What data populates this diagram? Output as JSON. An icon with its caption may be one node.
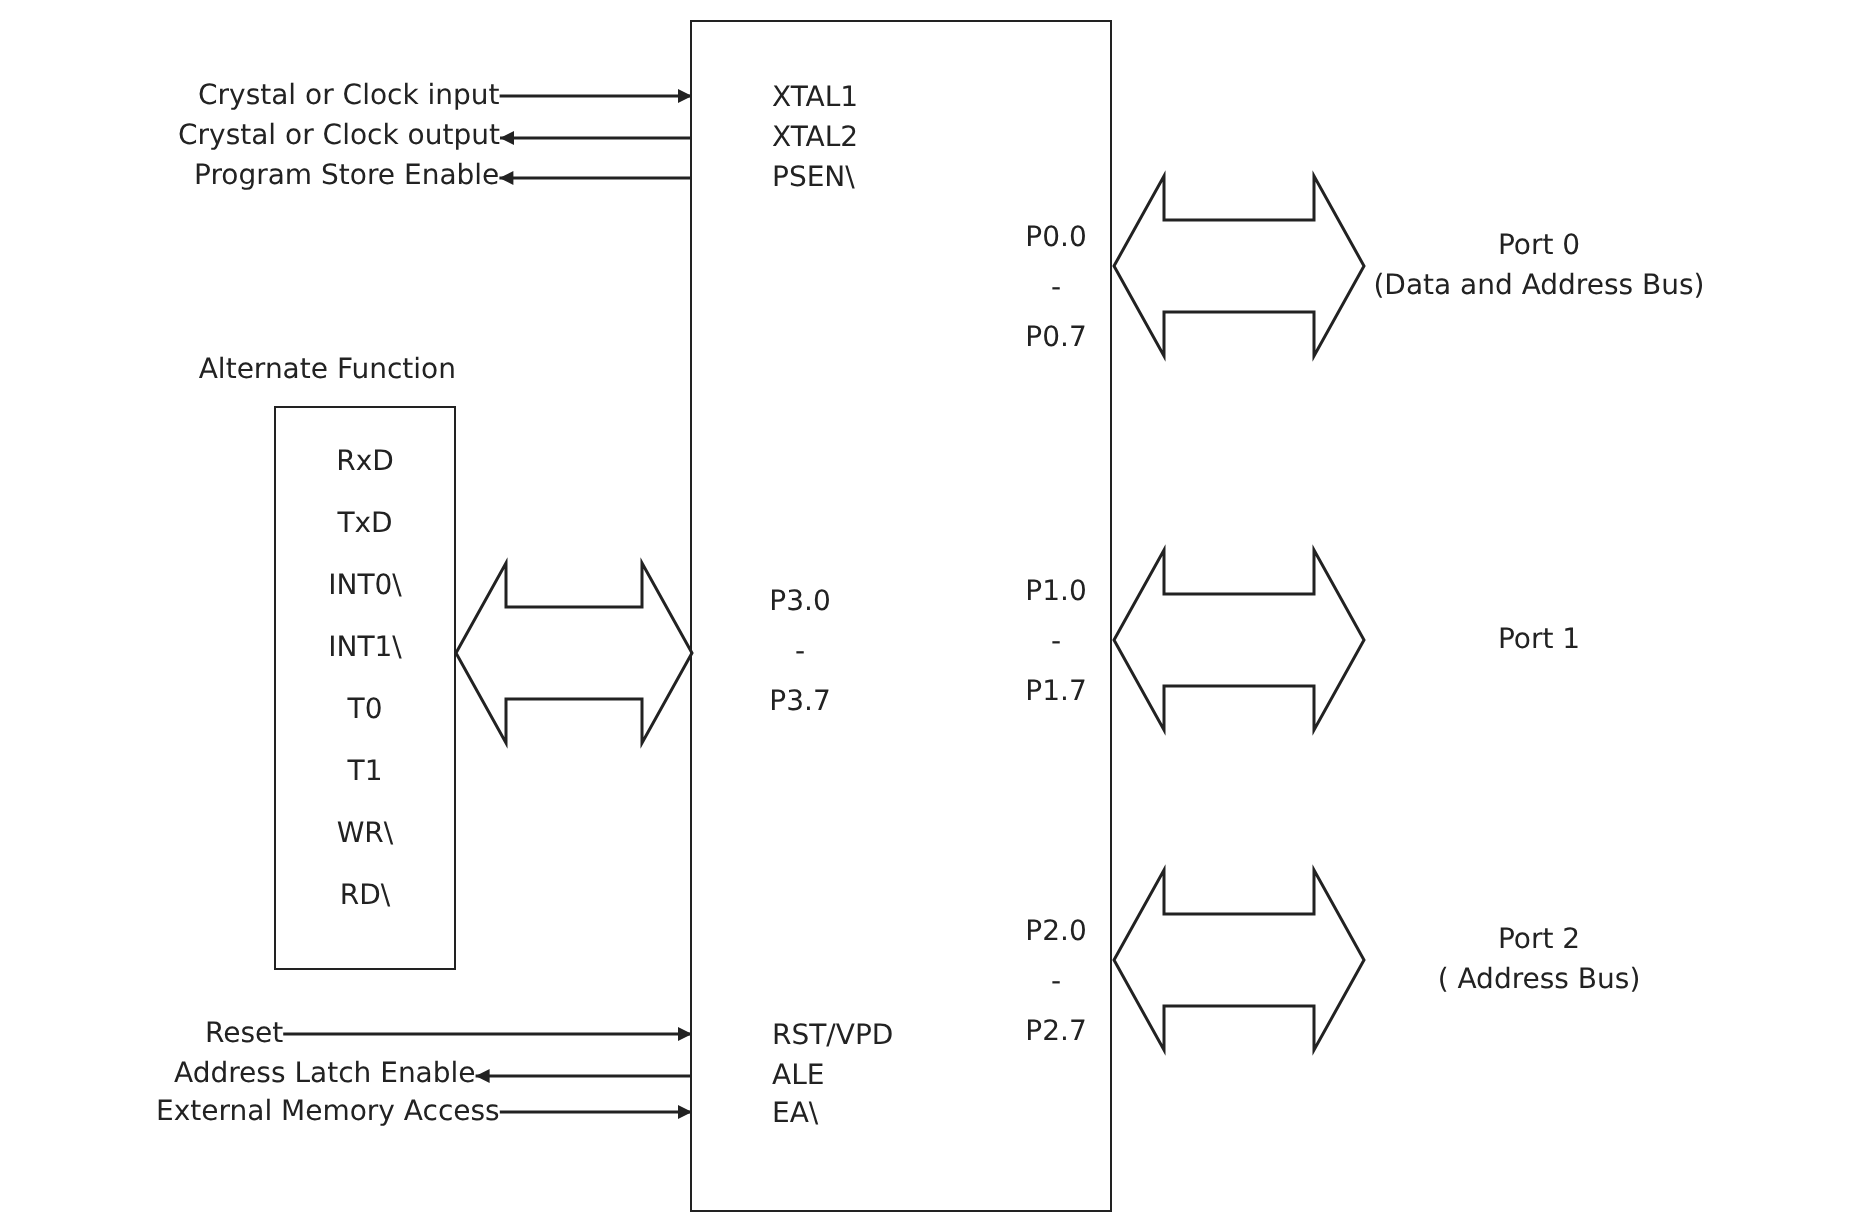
{
  "diagram": {
    "nodes": [
      {
        "text": [],
        "shape": "box"
      },
      {
        "text": [
          "XTAL1"
        ],
        "in": 0
      },
      {
        "text": [
          "XTAL2"
        ],
        "in": 0
      },
      {
        "text": [
          "PSEN\\"
        ],
        "in": 0
      },
      {
        "text": [
          "P0.0 - P0.7"
        ],
        "in": 0
      },
      {
        "text": [
          "P3.0 - P3.7"
        ],
        "in": 0
      },
      {
        "text": [
          "P1.0 - P1.7"
        ],
        "in": 0
      },
      {
        "text": [
          "P2.0 - P2.7"
        ],
        "in": 0
      },
      {
        "text": [
          "RST/VPD"
        ],
        "in": 0
      },
      {
        "text": [
          "ALE"
        ],
        "in": 0
      },
      {
        "text": [
          "EA\\"
        ],
        "in": 0
      },
      {
        "text": [
          "Crystal or Clock input"
        ]
      },
      {
        "text": [
          "Crystal or Clock output"
        ]
      },
      {
        "text": [
          "Program Store Enable"
        ]
      },
      {
        "text": [
          "Port 0",
          "(Data and Address Bus)"
        ]
      },
      {
        "text": [
          "Alternate Function",
          "RxD",
          "TxD",
          "INT0\\",
          "INT1\\",
          "T0",
          "T1",
          "WR\\",
          "RD\\"
        ]
      },
      {
        "text": [
          "Port 1"
        ]
      },
      {
        "text": [
          "Port 2",
          "( Address Bus)"
        ]
      },
      {
        "text": [
          "Reset"
        ]
      },
      {
        "text": [
          "Address Latch Enable"
        ]
      },
      {
        "text": [
          "External Memory Access"
        ]
      }
    ],
    "edges": [
      {
        "from": 11,
        "to": 1,
        "arrow": "to"
      },
      {
        "from": 2,
        "to": 12,
        "arrow": "to"
      },
      {
        "from": 3,
        "to": 13,
        "arrow": "to"
      },
      {
        "from": 4,
        "to": 14,
        "arrow": "both"
      },
      {
        "from": 15,
        "to": 5,
        "arrow": "both"
      },
      {
        "from": 6,
        "to": 16,
        "arrow": "both"
      },
      {
        "from": 7,
        "to": 17,
        "arrow": "both"
      },
      {
        "from": 18,
        "to": 8,
        "arrow": "to"
      },
      {
        "from": 9,
        "to": 19,
        "arrow": "to"
      },
      {
        "from": 20,
        "to": 10,
        "arrow": "to"
      }
    ]
  }
}
